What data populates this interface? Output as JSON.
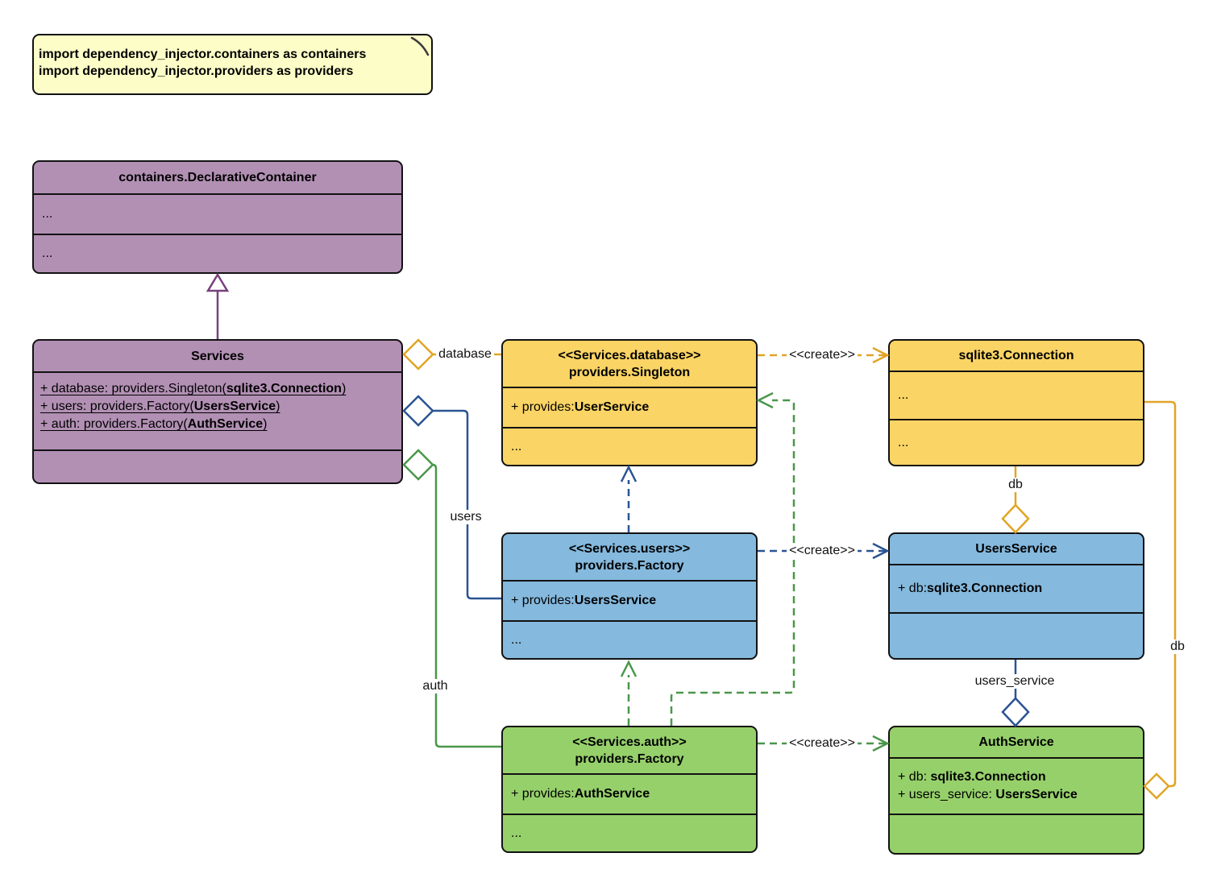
{
  "note": {
    "lines": [
      "import dependency_injector.containers as containers",
      "import dependency_injector.providers as providers"
    ]
  },
  "classes": {
    "declarative_container": {
      "title": "containers.DeclarativeContainer",
      "section1": "...",
      "section2": "..."
    },
    "services": {
      "title": "Services",
      "attributes": [
        {
          "pre": "+ database: providers.Singleton(",
          "bold": "sqlite3.Connection",
          "post": ")"
        },
        {
          "pre": "+ users: providers.Factory(",
          "bold": "UsersService",
          "post": ")"
        },
        {
          "pre": "+ auth: providers.Factory(",
          "bold": "AuthService",
          "post": ")"
        }
      ]
    },
    "database_singleton": {
      "stereotype": "<<Services.database>>",
      "title": "providers.Singleton",
      "provides_pre": "+ provides: ",
      "provides_bold": "UserService",
      "more": "..."
    },
    "sqlite_connection": {
      "title": "sqlite3.Connection",
      "section1": "...",
      "section2": "..."
    },
    "users_factory": {
      "stereotype": "<<Services.users>>",
      "title": "providers.Factory",
      "provides_pre": "+ provides: ",
      "provides_bold": "UsersService",
      "more": "..."
    },
    "users_service": {
      "title": "UsersService",
      "attr_pre": "+ db: ",
      "attr_bold": "sqlite3.Connection"
    },
    "auth_factory": {
      "stereotype": "<<Services.auth>>",
      "title": "providers.Factory",
      "provides_pre": "+ provides: ",
      "provides_bold": "AuthService",
      "more": "..."
    },
    "auth_service": {
      "title": "AuthService",
      "attributes": [
        {
          "pre": "+ db: ",
          "bold": "sqlite3.Connection"
        },
        {
          "pre": "+ users_service: ",
          "bold": "UsersService"
        }
      ]
    }
  },
  "edges": {
    "database": "database",
    "users": "users",
    "auth": "auth",
    "create": "<<create>>",
    "db": "db",
    "users_service": "users_service",
    "db_right": "db"
  },
  "colors": {
    "purple_fill": "#b290b4",
    "purple_line": "#76427c",
    "yellow_fill": "#fad464",
    "yellow_line": "#e0a526",
    "blue_fill": "#85b9de",
    "blue_line": "#2a5492",
    "green_fill": "#96d06b",
    "green_line": "#4a964a",
    "note_fill": "#fdfdc8",
    "text": "#000000"
  }
}
